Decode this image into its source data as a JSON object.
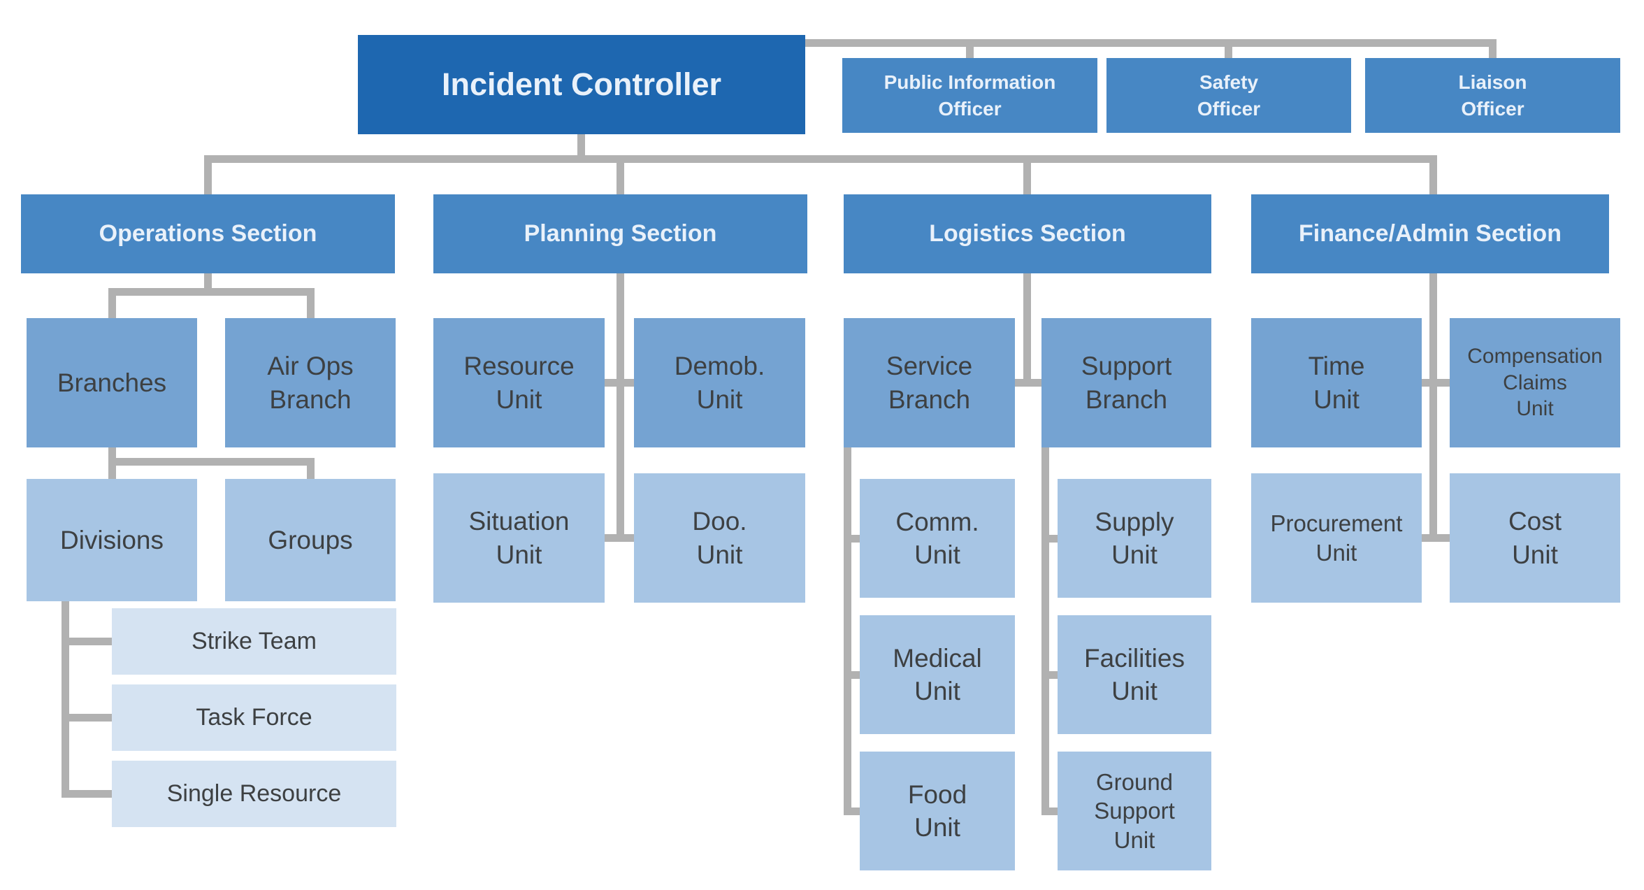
{
  "palette": {
    "background": "#ffffff",
    "level1": "#1e67b0",
    "level2": "#4787c4",
    "level3": "#75a3d2",
    "level4": "#a7c5e4",
    "level5": "#d5e3f2",
    "connector": "#b1b1b1",
    "text_light": "#e9f1fa",
    "text_dark": "#3d4042"
  },
  "org": {
    "incident_controller": {
      "label": "Incident Controller"
    },
    "command_staff": [
      {
        "label": "Public Information\nOfficer"
      },
      {
        "label": "Safety\nOfficer"
      },
      {
        "label": "Liaison\nOfficer"
      }
    ],
    "operations": {
      "label": "Operations Section",
      "branches": {
        "label": "Branches"
      },
      "air_ops_branch": {
        "label": "Air Ops\nBranch"
      },
      "divisions": {
        "label": "Divisions"
      },
      "groups": {
        "label": "Groups"
      },
      "resources": [
        {
          "label": "Strike Team"
        },
        {
          "label": "Task Force"
        },
        {
          "label": "Single Resource"
        }
      ]
    },
    "planning": {
      "label": "Planning Section",
      "units": [
        {
          "label": "Resource\nUnit"
        },
        {
          "label": "Demob.\nUnit"
        },
        {
          "label": "Situation\nUnit"
        },
        {
          "label": "Doo.\nUnit"
        }
      ]
    },
    "logistics": {
      "label": "Logistics Section",
      "service_branch": {
        "label": "Service\nBranch",
        "units": [
          {
            "label": "Comm.\nUnit"
          },
          {
            "label": "Medical\nUnit"
          },
          {
            "label": "Food\nUnit"
          }
        ]
      },
      "support_branch": {
        "label": "Support\nBranch",
        "units": [
          {
            "label": "Supply\nUnit"
          },
          {
            "label": "Facilities\nUnit"
          },
          {
            "label": "Ground\nSupport\nUnit"
          }
        ]
      }
    },
    "finance_admin": {
      "label": "Finance/Admin Section",
      "units": [
        {
          "label": "Time\nUnit"
        },
        {
          "label": "Compensation\nClaims\nUnit"
        },
        {
          "label": "Procurement\nUnit"
        },
        {
          "label": "Cost\nUnit"
        }
      ]
    }
  }
}
